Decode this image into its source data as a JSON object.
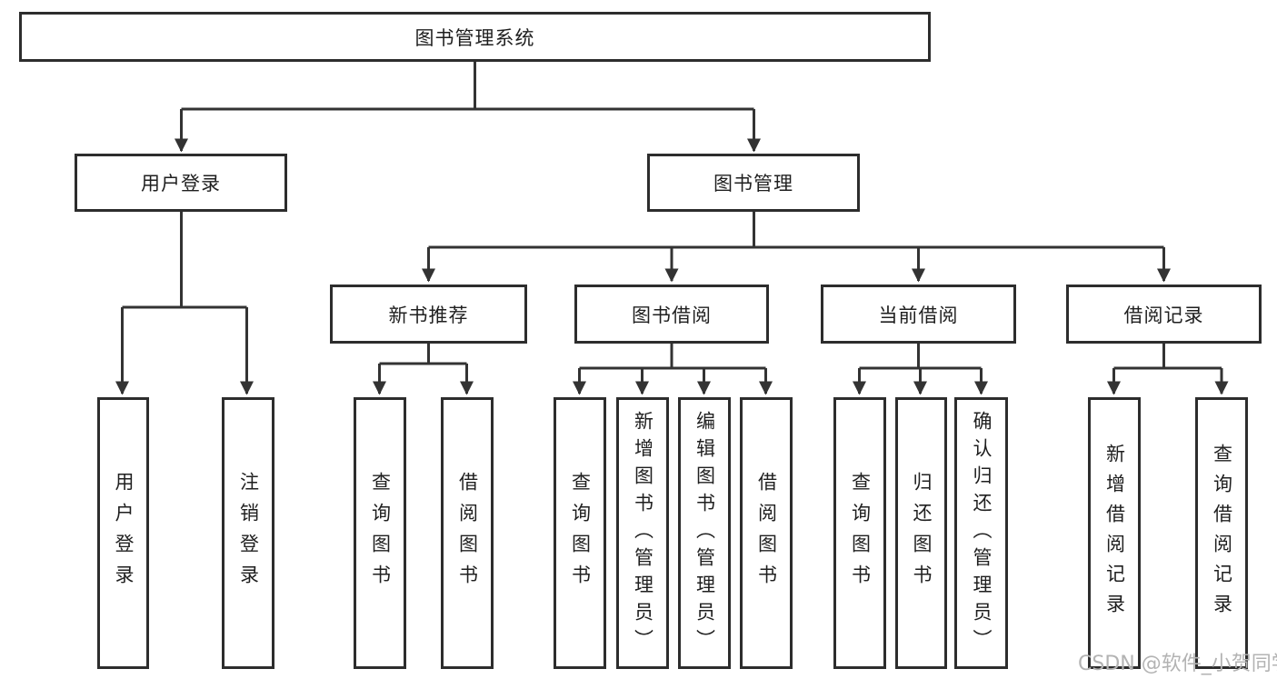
{
  "diagram": {
    "root": {
      "label": "图书管理系统"
    },
    "branches": [
      {
        "label": "用户登录",
        "children": [
          {
            "label": "用户登录"
          },
          {
            "label": "注销登录"
          }
        ]
      },
      {
        "label": "图书管理",
        "children": [
          {
            "label": "新书推荐",
            "children": [
              {
                "label": "查询图书"
              },
              {
                "label": "借阅图书"
              }
            ]
          },
          {
            "label": "图书借阅",
            "children": [
              {
                "label": "查询图书"
              },
              {
                "label": "新增图书（管理员）"
              },
              {
                "label": "编辑图书（管理员）"
              },
              {
                "label": "借阅图书"
              }
            ]
          },
          {
            "label": "当前借阅",
            "children": [
              {
                "label": "查询图书"
              },
              {
                "label": "归还图书"
              },
              {
                "label": "确认归还（管理员）"
              }
            ]
          },
          {
            "label": "借阅记录",
            "children": [
              {
                "label": "新增借阅记录"
              },
              {
                "label": "查询借阅记录"
              }
            ]
          }
        ]
      }
    ]
  },
  "watermark": {
    "text": "CSDN @软件_小贺同学"
  },
  "colors": {
    "line": "#333333",
    "box_border": "#2d2d2d",
    "text": "#1f1f1f",
    "watermark": "#b3b3b3",
    "background": "#ffffff"
  }
}
